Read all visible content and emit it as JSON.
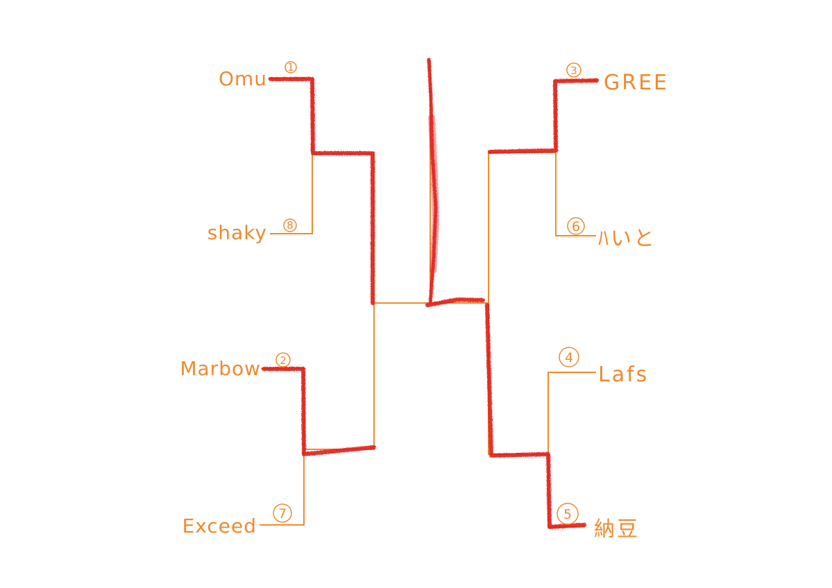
{
  "colors": {
    "background": "#ffffff",
    "bracket_line": "#ee8a2e",
    "text": "#ee8a2e",
    "winner_path": "#e0201e"
  },
  "bracket": {
    "left": [
      {
        "name": "Omu",
        "seed": "1"
      },
      {
        "name": "shaky",
        "seed": "8"
      },
      {
        "name": "Marbow",
        "seed": "2"
      },
      {
        "name": "Exceed",
        "seed": "7"
      }
    ],
    "right": [
      {
        "name": "GREE",
        "seed": "3"
      },
      {
        "name": "ﾊいと",
        "seed": "6"
      },
      {
        "name": "Lafs",
        "seed": "4"
      },
      {
        "name": "納豆",
        "seed": "5"
      }
    ]
  }
}
